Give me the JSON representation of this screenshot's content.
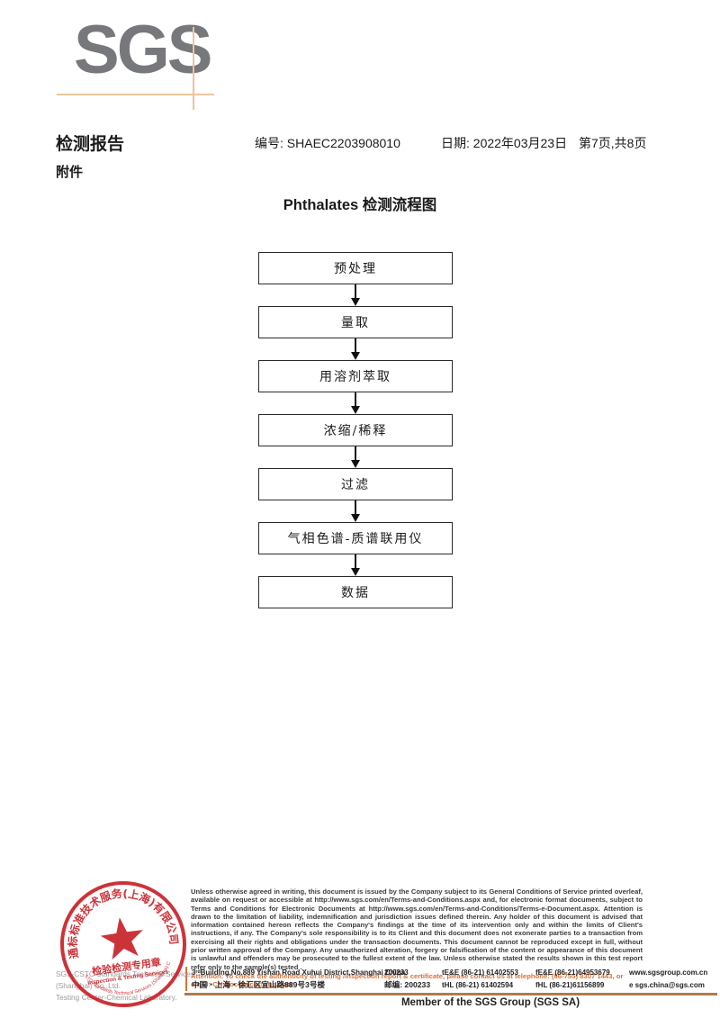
{
  "header": {
    "logo_text": "SGS",
    "report_title": "检测报告",
    "report_no": "编号: SHAEC2203908010",
    "report_date": "日期: 2022年03月23日",
    "report_page": "第7页,共8页",
    "attachment_label": "附件"
  },
  "flowchart": {
    "title": "Phthalates 检测流程图",
    "steps": [
      "预处理",
      "量取",
      "用溶剂萃取",
      "浓缩/稀释",
      "过滤",
      "气相色谱-质谱联用仪",
      "数据"
    ]
  },
  "stamp": {
    "arc_text": "通标标准技术服务(上海)有限公司",
    "bottom_arc_text": "SGS-CSTC Standards Technical Services (Shanghai) Co.,Ltd.",
    "title_cn": "检验检测专用章",
    "title_en": "Inspection & Testing Services",
    "company_line1": "SGS-CSTC Standards Technical Services (Shanghai) Co.,Ltd.",
    "company_line2": "Testing Center-Chemical Laboratory."
  },
  "footer": {
    "legal_text": "Unless otherwise agreed in writing, this document is issued by the Company subject to its General Conditions of Service printed overleaf, available on request or accessible at http://www.sgs.com/en/Terms-and-Conditions.aspx and, for electronic format documents, subject to Terms and Conditions for Electronic Documents at http://www.sgs.com/en/Terms-and-Conditions/Terms-e-Document.aspx. Attention is drawn to the limitation of liability, indemnification and jurisdiction issues defined therein. Any holder of this document is advised that information contained hereon reflects the Company's findings at the time of its intervention only and within the limits of Client's instructions, if any. The Company's sole responsibility is to its Client and this document does not exonerate parties to a transaction from exercising all their rights and obligations under the transaction documents. This document cannot be reproduced except in full, without prior written approval of the Company. Any unauthorized alteration, forgery or falsification of the content or appearance of this document is unlawful and offenders may be prosecuted to the fullest extent of the law. Unless otherwise stated the results shown in this test report refer only to the sample(s) tested .",
    "attention_text": "Attention: To check the authenticity of testing /inspection report & certificate, please contact us at telephone: (86-755) 8307 1443, or email: CN.Doccheck@sgs.com",
    "address_en": "3ʳᵈBuilding,No.889 Yishan Road Xuhui District,Shanghai China",
    "postcode_en": "200233",
    "address_cn": "中国・上海・徐汇区宜山路889号3号楼",
    "postcode_cn": "邮编: 200233",
    "phone1": "tE&E (86-21) 61402553",
    "fax1": "fE&E (86-21)64953679",
    "web": "www.sgsgroup.com.cn",
    "phone2": "tHL (86-21) 61402594",
    "fax2": "fHL (86-21)61156899",
    "email": "e  sgs.china@sgs.com",
    "member_text": "Member of the SGS Group (SGS SA)"
  },
  "colors": {
    "logo_gray": "#77787B",
    "crosshair_tan": "#EAC59B",
    "stamp_red": "#C9242B",
    "attention_orange": "#E0702F",
    "rule_brown": "#B07B4D"
  }
}
